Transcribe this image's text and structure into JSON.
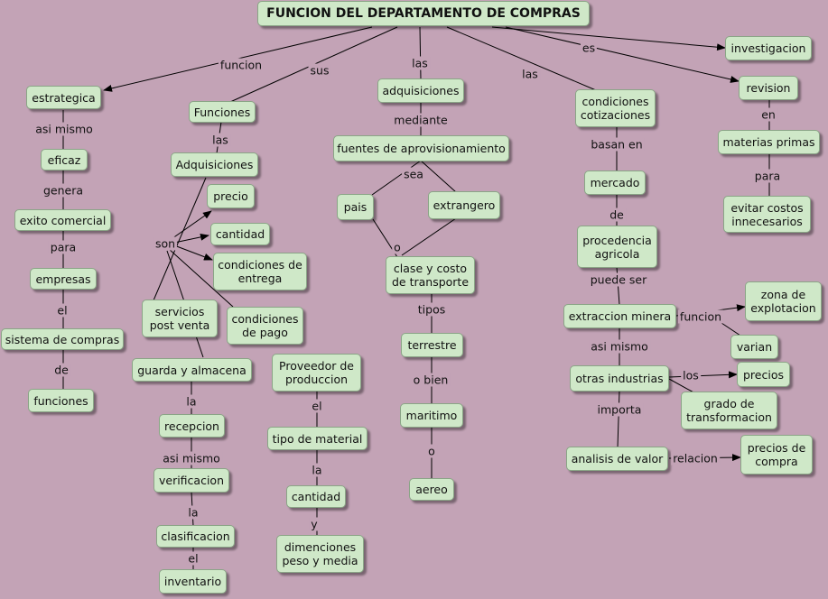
{
  "title": "FUNCION DEL DEPARTAMENTO DE COMPRAS",
  "nodes": {
    "estrategica": "estrategica",
    "eficaz": "eficaz",
    "exito_comercial": "exito comercial",
    "empresas": "empresas",
    "sistema_compras": "sistema de compras",
    "funciones_left": "funciones",
    "funciones": "Funciones",
    "adquisiciones_cap": "Adquisiciones",
    "precio": "precio",
    "cantidad_1": "cantidad",
    "condiciones_entrega": "condiciones de\nentrega",
    "servicios_post": "servicios\npost venta",
    "condiciones_pago": "condiciones\nde pago",
    "guarda": "guarda y almacena",
    "recepcion": "recepcion",
    "verificacion": "verificacion",
    "clasificacion": "clasificacion",
    "inventario": "inventario",
    "proveedor": "Proveedor de\nproduccion",
    "tipo_material": "tipo de material",
    "cantidad_2": "cantidad",
    "dimenciones": "dimenciones\npeso y media",
    "adquisiciones": "adquisiciones",
    "fuentes": "fuentes de aprovisionamiento",
    "pais": "pais",
    "extrangero": "extrangero",
    "clase_costo": "clase y costo\nde  transporte",
    "terrestre": "terrestre",
    "maritimo": "maritimo",
    "aereo": "aereo",
    "condiciones_cot": "condiciones\ncotizaciones",
    "mercado": "mercado",
    "procedencia": "procedencia\nagricola",
    "extraccion": "extraccion minera",
    "otras_industrias": "otras industrias",
    "analisis": "analisis de valor",
    "zona": "zona de\nexplotacion",
    "varian": "varian",
    "precios": "precios",
    "grado": "grado de\ntransformacion",
    "precios_compra": "precios de\ncompra",
    "investigacion": "investigacion",
    "revision": "revision",
    "materias": "materias primas",
    "evitar": "evitar costos\ninnecesarios"
  },
  "labels": {
    "funcion": "funcion",
    "sus": "sus",
    "las_top": "las",
    "las_right": "las",
    "es": "es",
    "asi_mismo_1": "asi mismo",
    "genera": "genera",
    "para_1": "para",
    "el_1": "el",
    "de_1": "de",
    "las_2": "las",
    "son": "son",
    "la_1": "la",
    "asi_mismo_2": "asi mismo",
    "la_2": "la",
    "el_2": "el",
    "el_3": "el",
    "la_3": "la",
    "y": "y",
    "mediante": "mediante",
    "sea": "sea",
    "o_1": "o",
    "tipos": "tipos",
    "o_bien": "o bien",
    "o_2": "o",
    "basan_en": "basan en",
    "de_2": "de",
    "puede_ser": "puede ser",
    "asi_mismo_3": "asi mismo",
    "importa": "importa",
    "funcion_2": "funcion",
    "los": "los",
    "relacion": "relacion",
    "en": "en",
    "para_2": "para"
  }
}
